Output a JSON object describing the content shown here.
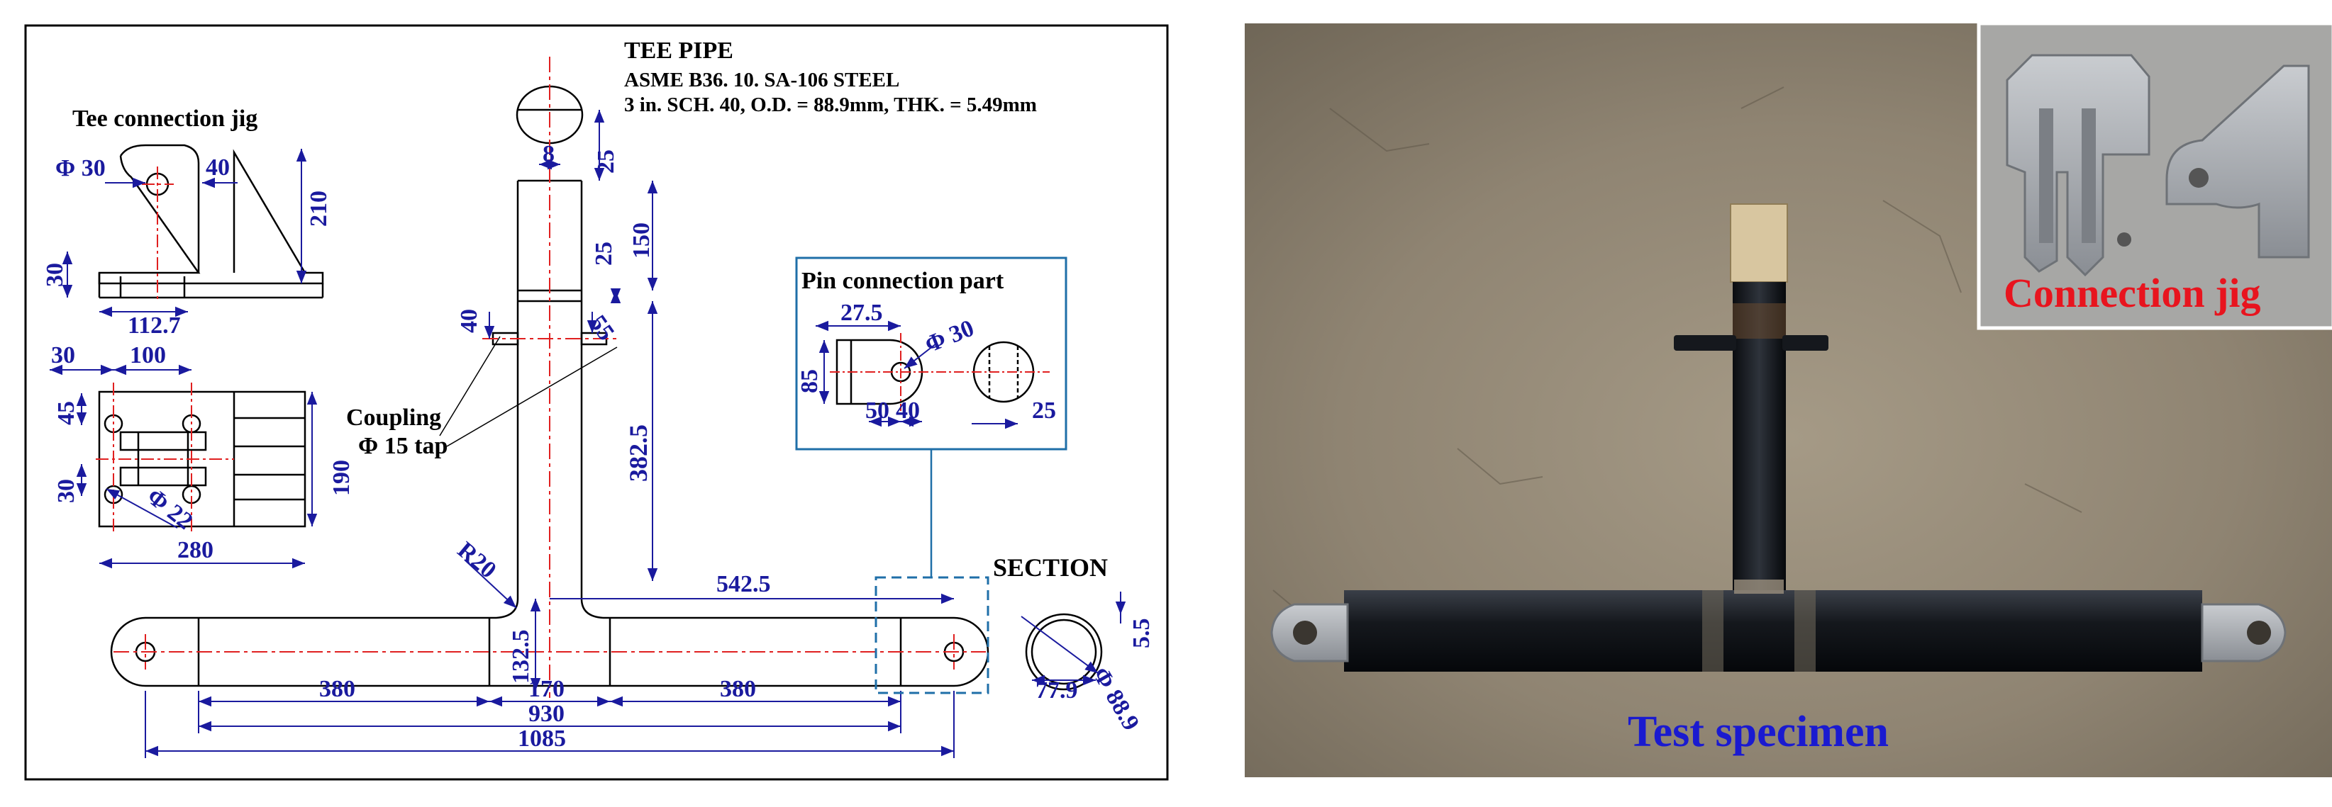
{
  "drawing": {
    "title": "TEE PIPE",
    "spec_line1": "ASME B36. 10. SA-106 STEEL",
    "spec_line2": "3 in. SCH. 40, O.D. = 88.9mm, THK. = 5.49mm",
    "jig_title": "Tee connection jig",
    "coupling_label1": "Coupling",
    "coupling_label2": "Φ 15 tap",
    "pin_title": "Pin connection part",
    "section_label": "SECTION",
    "dims": {
      "phi30": "Φ 30",
      "d40a": "40",
      "d210": "210",
      "d30a": "30",
      "d112_7": "112.7",
      "d30b": "30",
      "d100": "100",
      "d45": "45",
      "d30c": "30",
      "phi22": "Φ 22",
      "d190": "190",
      "d280": "280",
      "d8": "8",
      "d25a": "25",
      "d150": "150",
      "d25b": "25",
      "d40b": "40",
      "d55": "55",
      "d382_5": "382.5",
      "r20": "R20",
      "d132_5": "132.5",
      "d542_5": "542.5",
      "d380a": "380",
      "d170": "170",
      "d380b": "380",
      "d930": "930",
      "d1085": "1085",
      "pin_d27_5": "27.5",
      "pin_phi30": "Φ 30",
      "pin_d85": "85",
      "pin_d50": "50",
      "pin_d40": "40",
      "pin_d25": "25",
      "sec_d5_5": "5.5",
      "sec_d77_9": "77.9",
      "sec_phi88_9": "Φ 88.9"
    }
  },
  "photo": {
    "connection_jig_label": "Connection jig",
    "test_specimen_label": "Test specimen"
  },
  "colors": {
    "dimension": "#1a1a9e",
    "centerline": "#e02020",
    "outline": "#000000",
    "pin_frame": "#1f6fa8",
    "photo_label_red": "#e8141e",
    "photo_label_blue": "#1a1ad0"
  }
}
